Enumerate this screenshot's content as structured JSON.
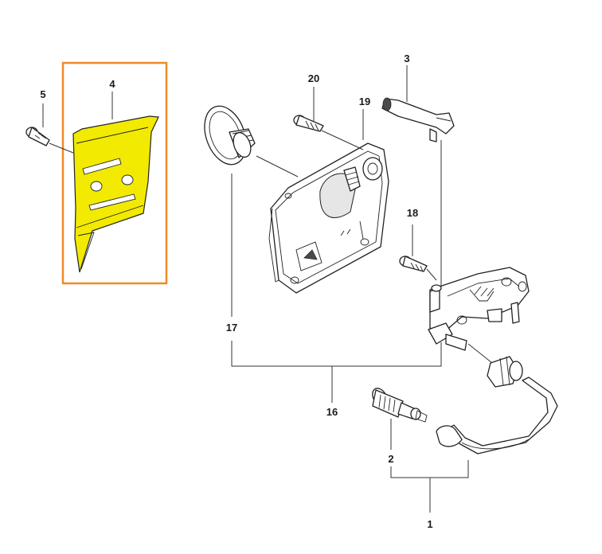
{
  "diagram": {
    "highlight_color": "#f2ea00",
    "frame_color": "#f08a24",
    "callouts": [
      {
        "id": "c1",
        "text": "1"
      },
      {
        "id": "c2",
        "text": "2"
      },
      {
        "id": "c3",
        "text": "3"
      },
      {
        "id": "c4",
        "text": "4"
      },
      {
        "id": "c5",
        "text": "5"
      },
      {
        "id": "c16",
        "text": "16"
      },
      {
        "id": "c17",
        "text": "17"
      },
      {
        "id": "c18",
        "text": "18"
      },
      {
        "id": "c19",
        "text": "19"
      },
      {
        "id": "c20",
        "text": "20"
      }
    ]
  }
}
